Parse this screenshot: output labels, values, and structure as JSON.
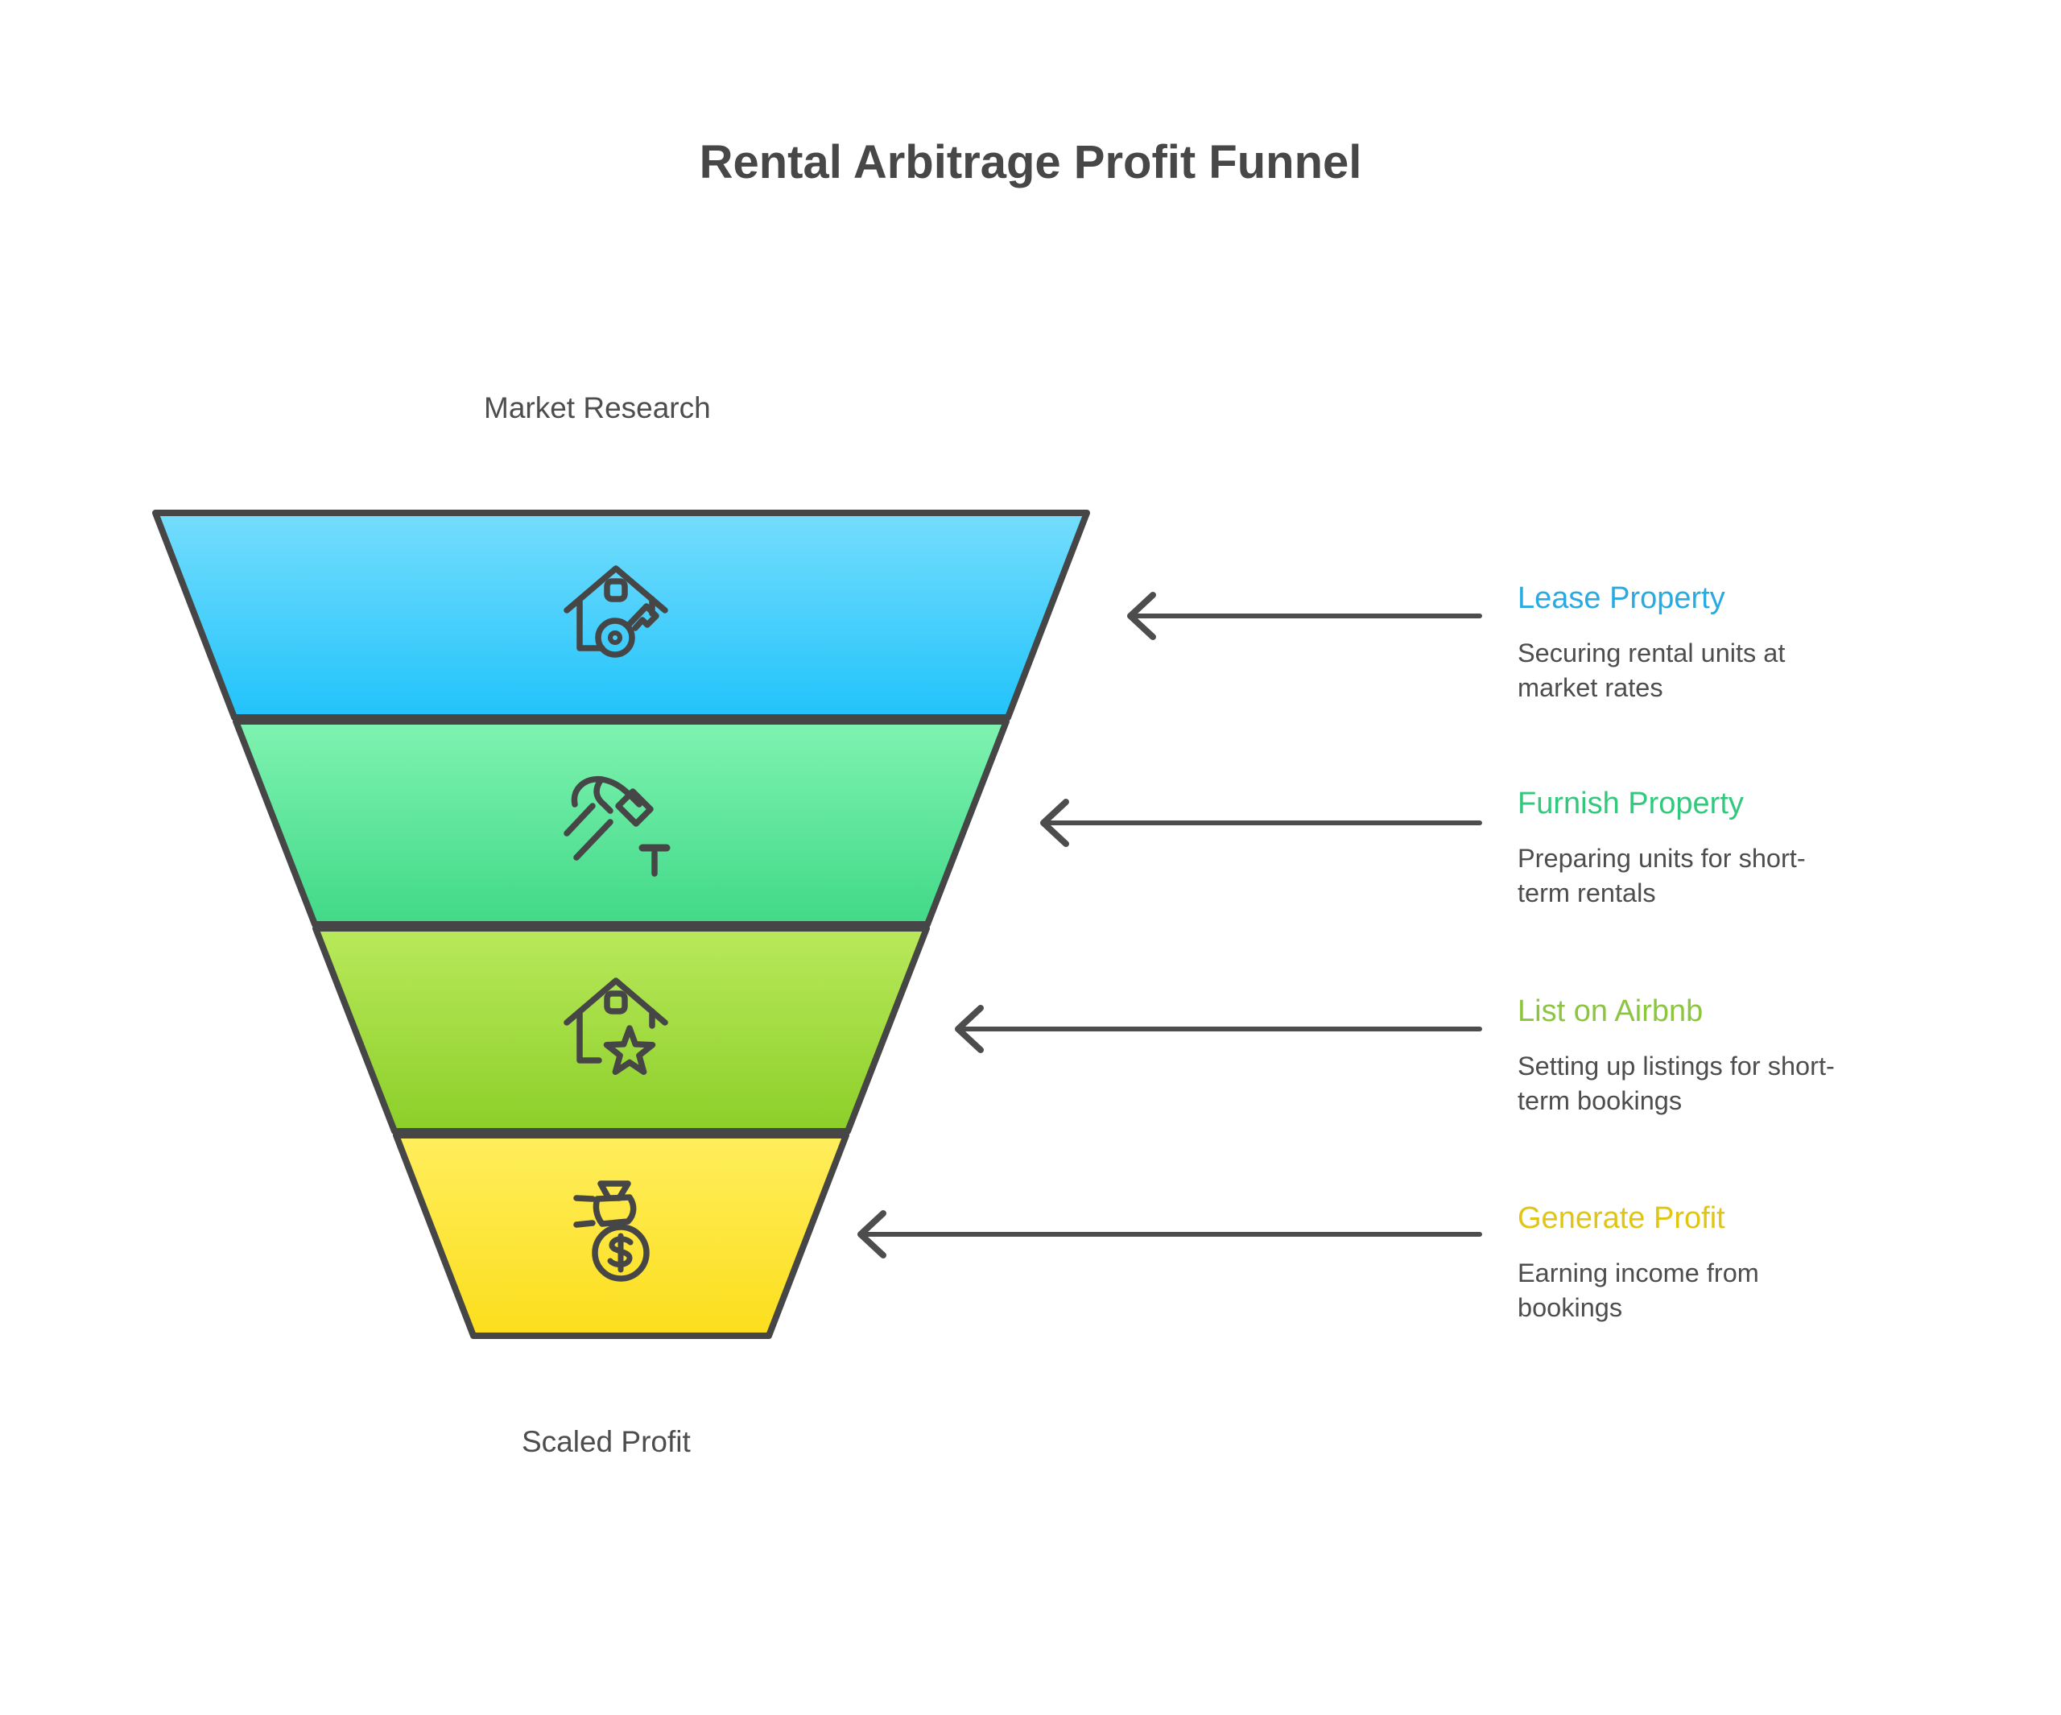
{
  "title": "Rental Arbitrage Profit Funnel",
  "funnel": {
    "top_label": "Market Research",
    "bottom_label": "Scaled Profit",
    "outline_color": "#464646",
    "text_color": "#4D4D4D",
    "layers": [
      {
        "name": "Lease Property",
        "description": "Securing rental units at\nmarket rates",
        "icon": "house-key-icon",
        "color_top": "#75DDFC",
        "color_bottom": "#21C3FB",
        "heading_color": "#29ABE2"
      },
      {
        "name": "Furnish Property",
        "description": "Preparing units for short-\nterm rentals",
        "icon": "hammer-nail-icon",
        "color_top": "#7FF3B1",
        "color_bottom": "#41D988",
        "heading_color": "#34C87E"
      },
      {
        "name": "List on Airbnb",
        "description": "Setting up listings for short-\nterm bookings",
        "icon": "house-star-icon",
        "color_top": "#B9E95B",
        "color_bottom": "#8CCF29",
        "heading_color": "#8CC63F"
      },
      {
        "name": "Generate Profit",
        "description": "Earning income from\nbookings",
        "icon": "money-bag-icon",
        "color_top": "#FFEE5D",
        "color_bottom": "#FCDE1C",
        "heading_color": "#E0C613"
      }
    ]
  }
}
